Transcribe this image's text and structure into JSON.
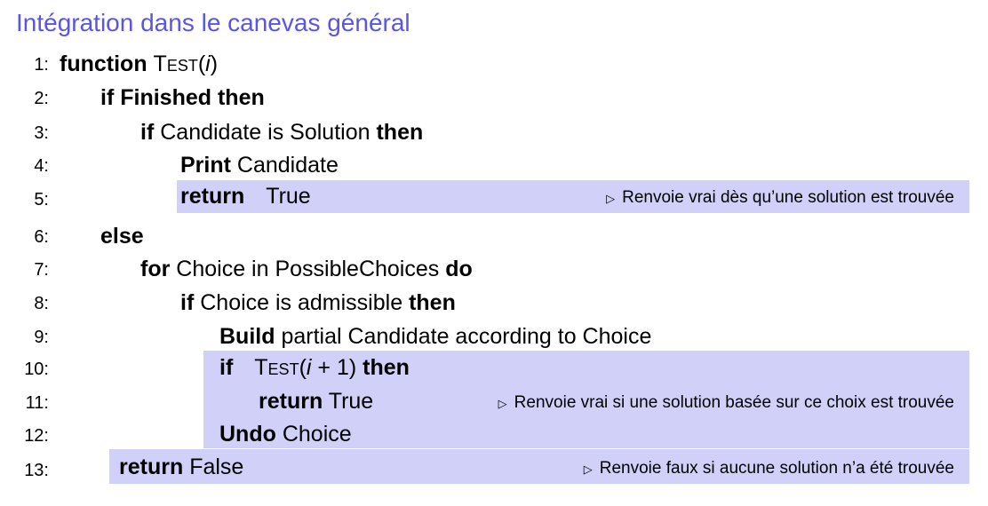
{
  "title": "Intégration dans le canevas général",
  "colors": {
    "title": "#5a55e6",
    "highlight": "#d0d0f8"
  },
  "comment_marker": "▷",
  "lines": [
    {
      "num": "1:",
      "kw_function": "function",
      "func_name": "Test",
      "arg_open": "(",
      "arg": "i",
      "arg_close": ")"
    },
    {
      "num": "2:",
      "kw_if": "if",
      "cond": "Finished",
      "kw_then": "then"
    },
    {
      "num": "3:",
      "kw_if": "if",
      "cond": "Candidate is Solution",
      "kw_then": "then"
    },
    {
      "num": "4:",
      "kw": "Print",
      "text": "Candidate"
    },
    {
      "num": "5:",
      "kw": "return",
      "text": "True",
      "comment": "Renvoie vrai dès qu’une solution est trouvée"
    },
    {
      "num": "6:",
      "kw": "else"
    },
    {
      "num": "7:",
      "kw_for": "for",
      "text": "Choice in PossibleChoices",
      "kw_do": "do"
    },
    {
      "num": "8:",
      "kw_if": "if",
      "cond": "Choice is admissible",
      "kw_then": "then"
    },
    {
      "num": "9:",
      "kw": "Build",
      "text": "partial Candidate according to Choice"
    },
    {
      "num": "10:",
      "kw_if": "if",
      "func_name": "Test",
      "arg_open": "(",
      "arg": "i",
      "arg_rest": " + 1)",
      "kw_then": "then"
    },
    {
      "num": "11:",
      "kw": "return",
      "text": "True",
      "comment": "Renvoie vrai si une solution basée sur ce choix est trouvée"
    },
    {
      "num": "12:",
      "kw": "Undo",
      "text": "Choice"
    },
    {
      "num": "13:",
      "kw": "return",
      "text": "False",
      "comment": "Renvoie faux si aucune solution n’a été trouvée"
    }
  ]
}
